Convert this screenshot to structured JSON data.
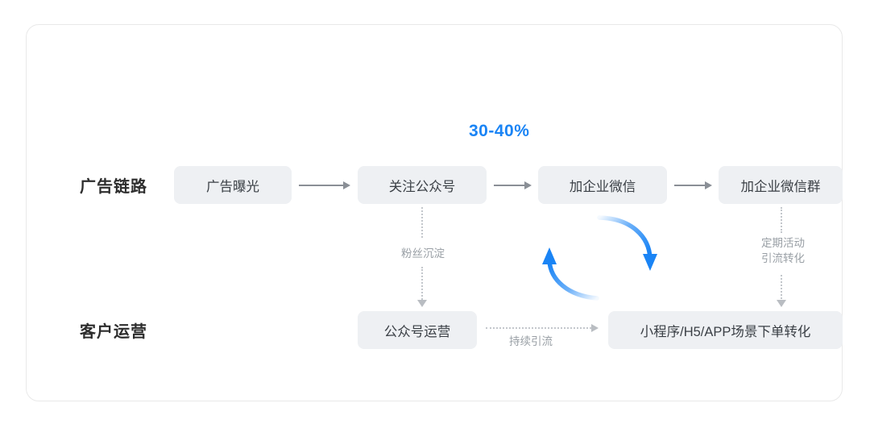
{
  "diagram": {
    "title_percentage": "30-40%",
    "accent_color": "#1a84f5",
    "node_fill": "#eef0f3",
    "connector_color": "#c3c7cc",
    "rows": [
      {
        "key": "ad_chain",
        "label": "广告链路"
      },
      {
        "key": "customer_ops",
        "label": "客户运营"
      }
    ],
    "nodes": {
      "ad_exposure": "广告曝光",
      "follow_official_account": "关注公众号",
      "add_wecom": "加企业微信",
      "add_wecom_group": "加企业微信群",
      "oa_operation": "公众号运营",
      "miniapp_conversion": "小程序/H5/APP场景下单转化"
    },
    "connector_labels": {
      "fans_accumulation": "粉丝沉淀",
      "periodic_activity": "定期活动",
      "traffic_conversion": "引流转化",
      "continuous_traffic": "持续引流"
    }
  }
}
